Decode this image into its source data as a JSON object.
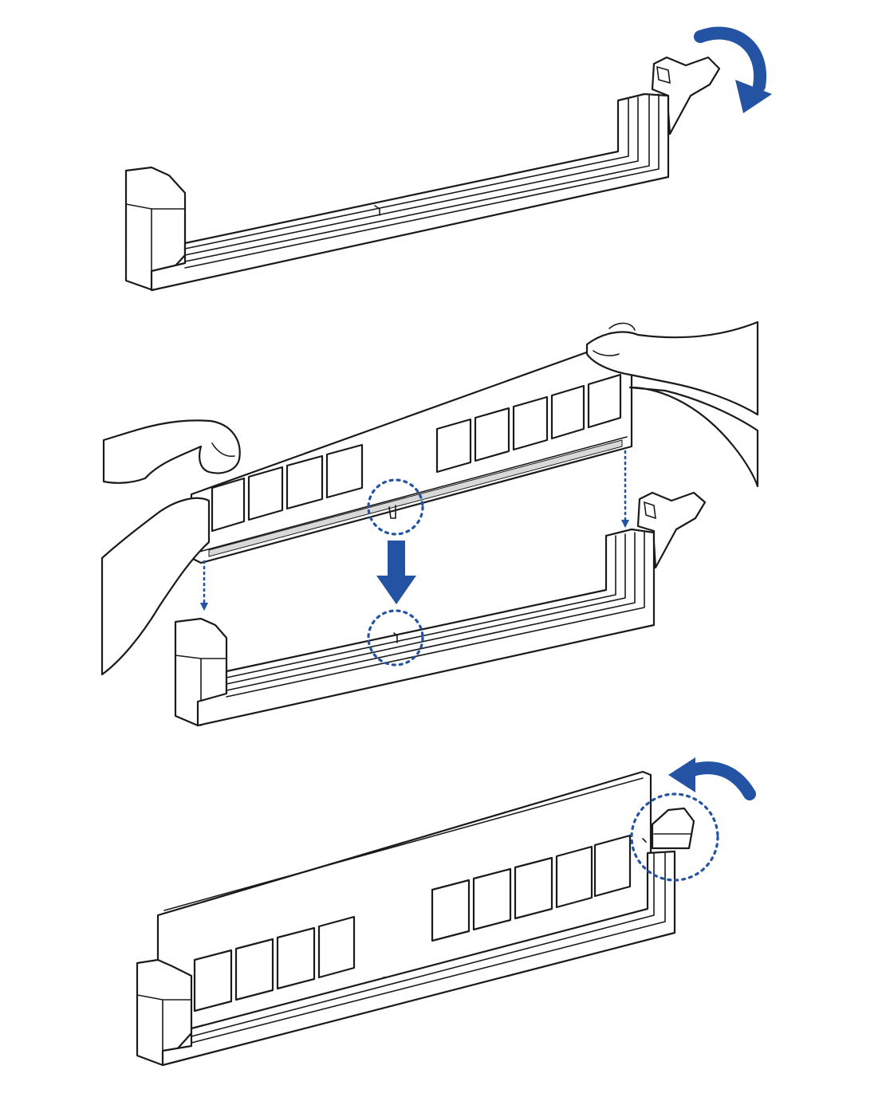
{
  "colors": {
    "line": "#1a1a1a",
    "accent": "#2453a3",
    "background": "#ffffff"
  },
  "steps": [
    {
      "id": "unlock-clip",
      "icon": "rotate-arrow-icon"
    },
    {
      "id": "insert-module",
      "icon": "down-arrow-icon"
    },
    {
      "id": "clip-locked",
      "icon": "rotate-arrow-icon"
    }
  ]
}
